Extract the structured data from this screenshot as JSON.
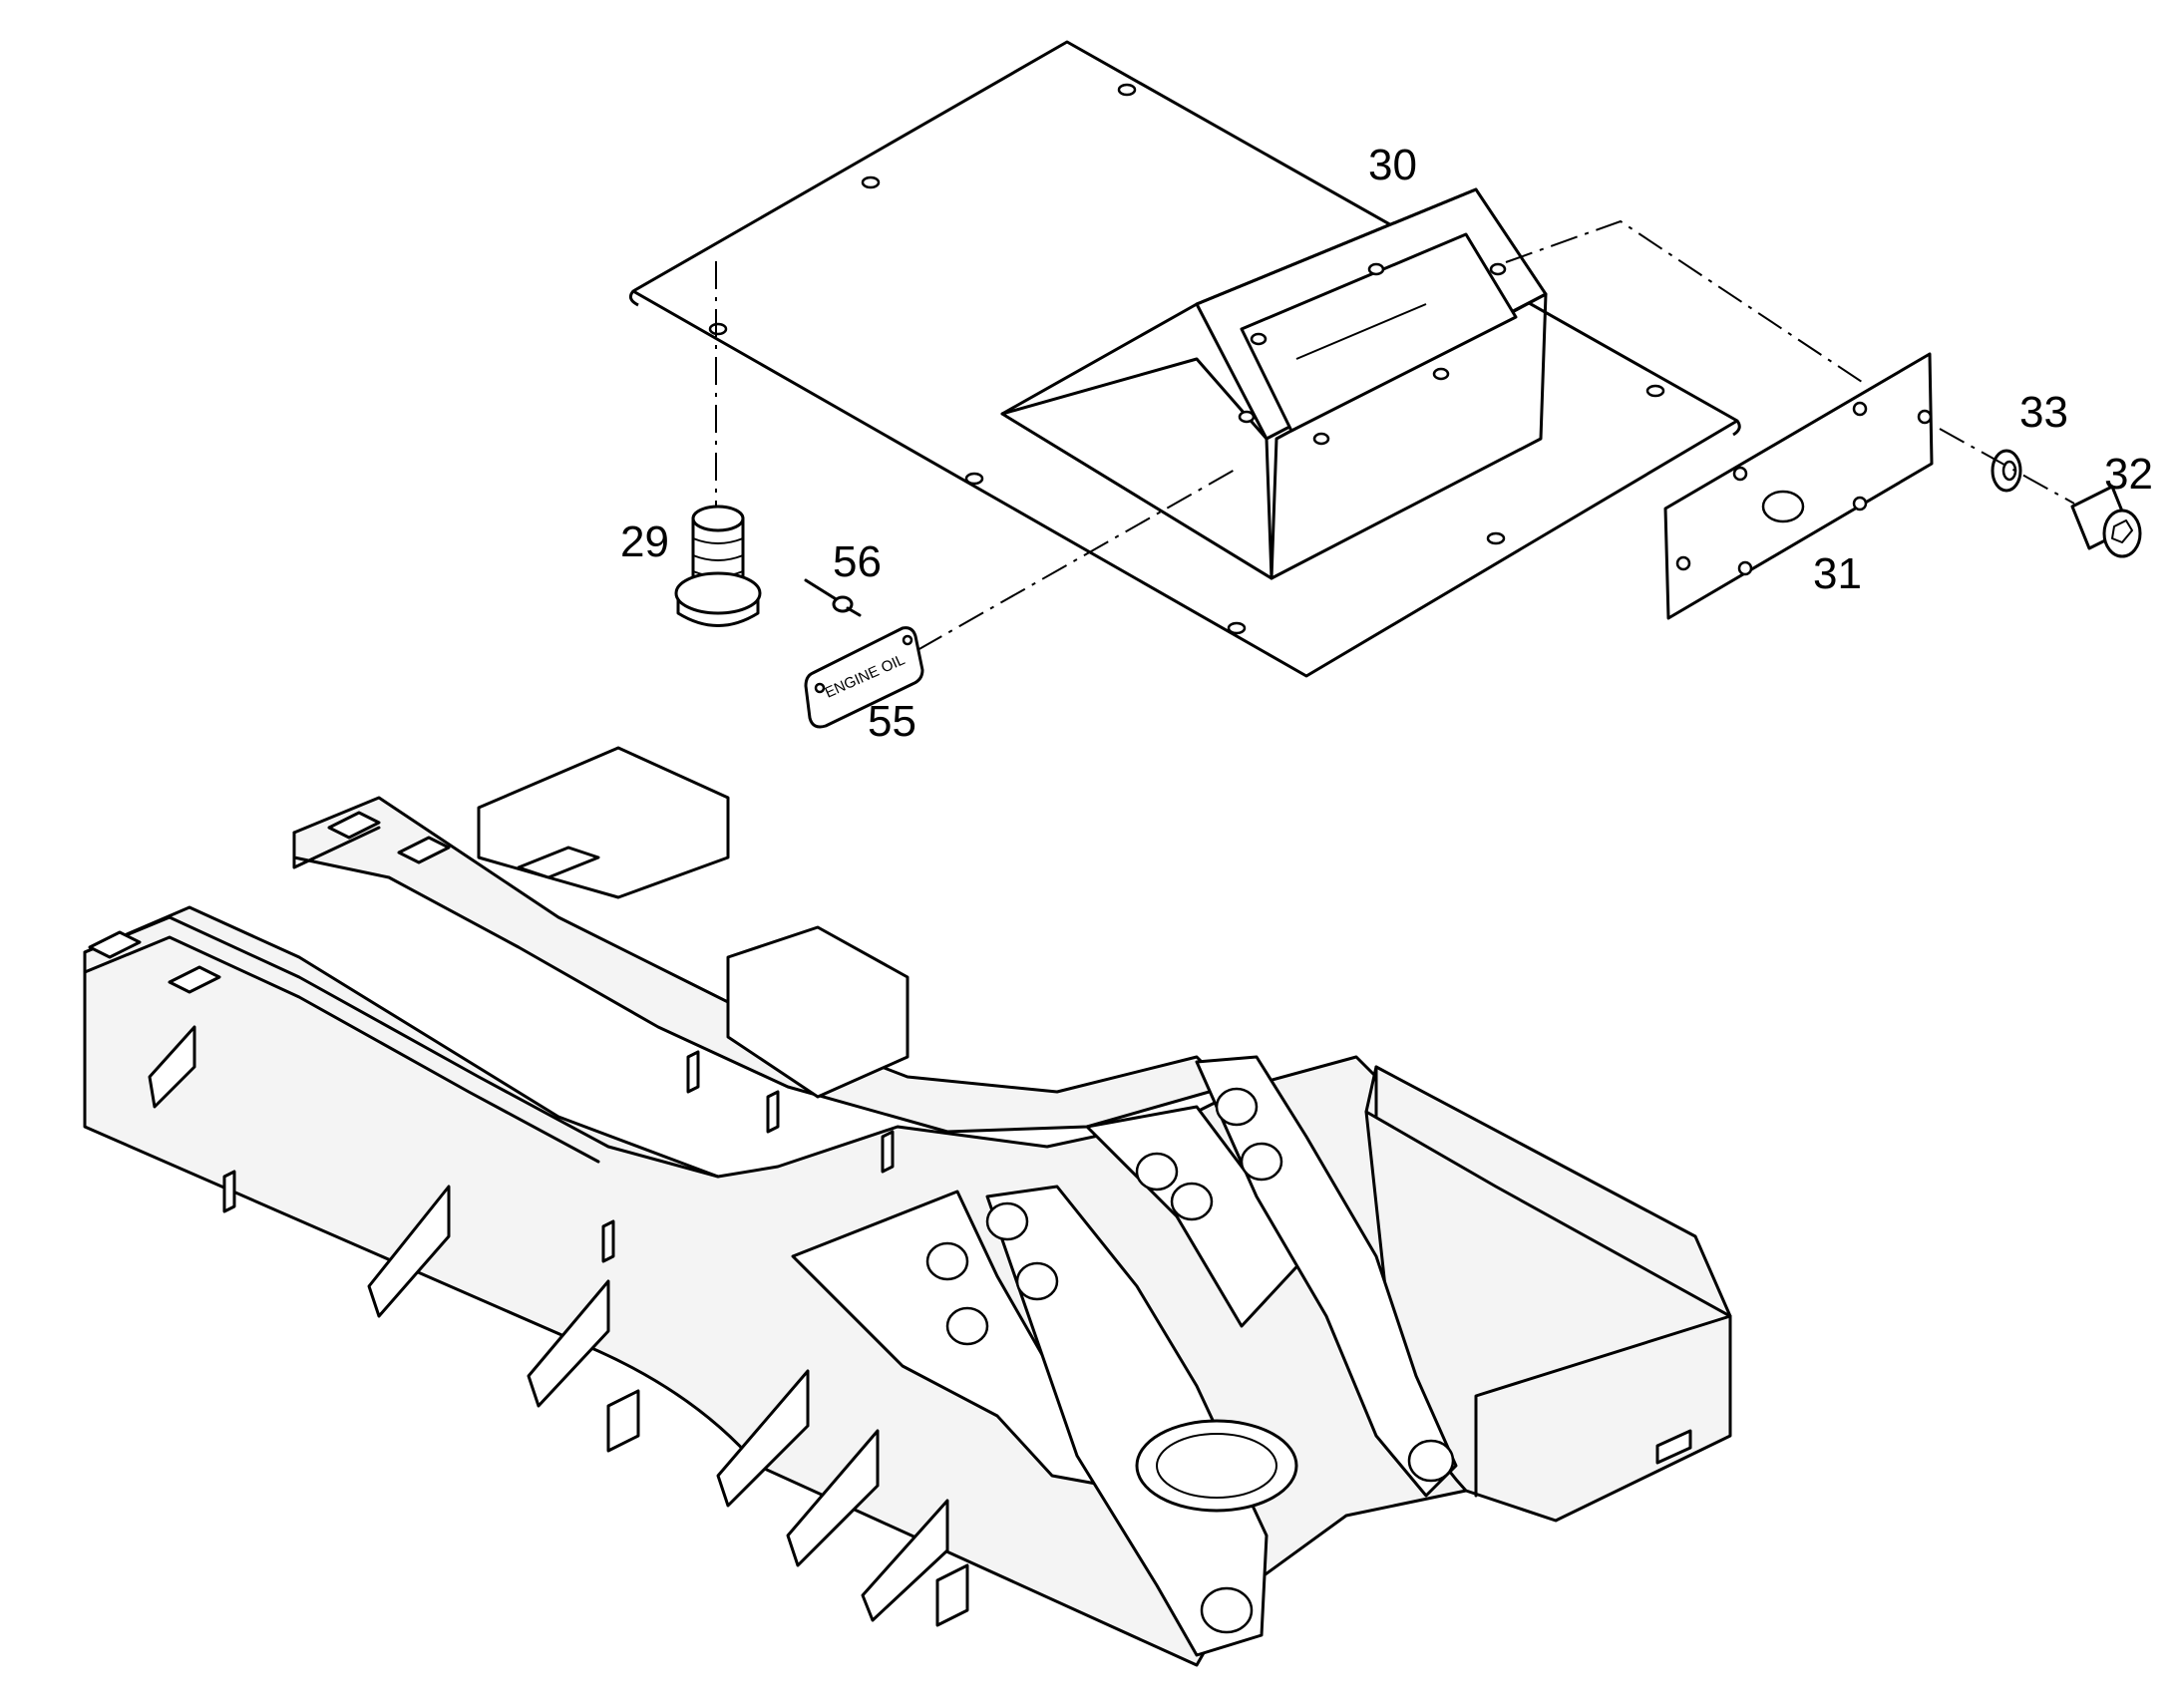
{
  "callouts": {
    "part_29": "29",
    "part_30": "30",
    "part_31": "31",
    "part_32": "32",
    "part_33": "33",
    "part_55": "55",
    "part_56": "56"
  },
  "nameplate": {
    "line1": "ENGINE OIL"
  }
}
